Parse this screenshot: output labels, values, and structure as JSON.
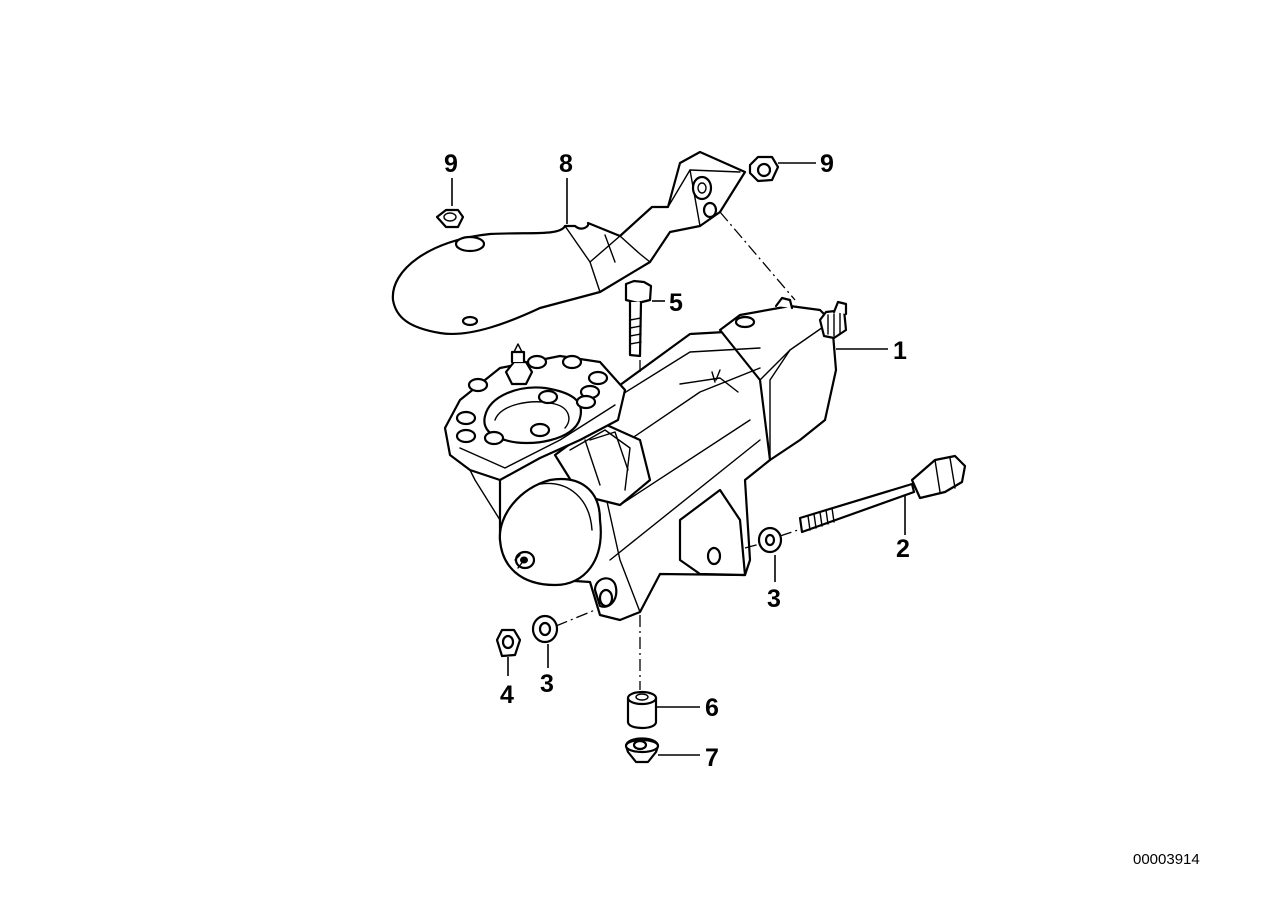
{
  "diagram": {
    "reference_number": "00003914",
    "callouts": [
      {
        "id": "callout-1",
        "label": "1"
      },
      {
        "id": "callout-2",
        "label": "2"
      },
      {
        "id": "callout-3a",
        "label": "3"
      },
      {
        "id": "callout-3b",
        "label": "3"
      },
      {
        "id": "callout-4",
        "label": "4"
      },
      {
        "id": "callout-5",
        "label": "5"
      },
      {
        "id": "callout-6",
        "label": "6"
      },
      {
        "id": "callout-7",
        "label": "7"
      },
      {
        "id": "callout-8",
        "label": "8"
      },
      {
        "id": "callout-9a",
        "label": "9"
      },
      {
        "id": "callout-9b",
        "label": "9"
      }
    ]
  }
}
